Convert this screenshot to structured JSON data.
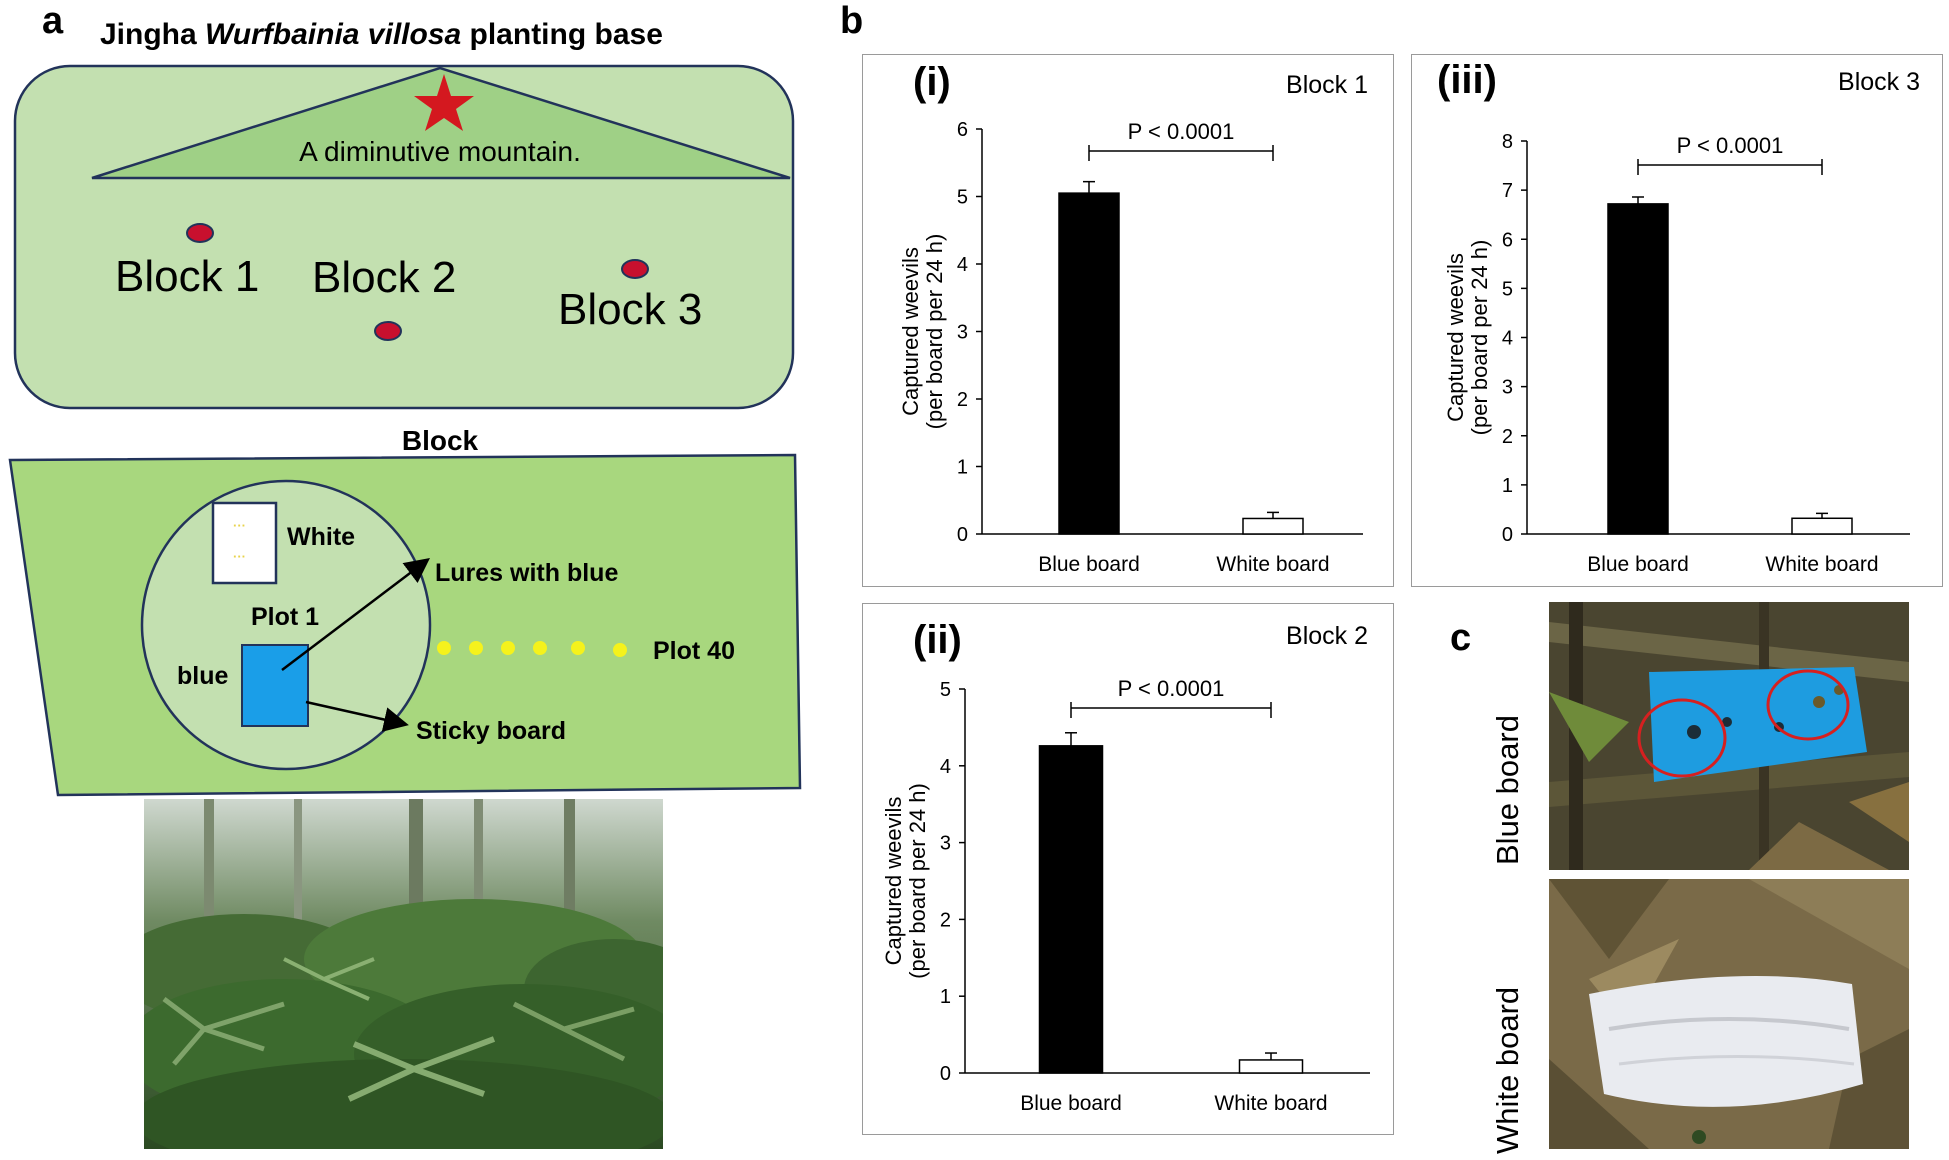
{
  "panel_a": {
    "letter": "a",
    "title_prefix": "Jingha ",
    "title_species": "Wurfbainia villosa",
    "title_suffix": " planting base",
    "mountain_label": "A diminutive mountain.",
    "blocks": [
      "Block 1",
      "Block 2",
      "Block 3"
    ],
    "block_heading": "Block",
    "white_label": "White",
    "plot1_label": "Plot 1",
    "blue_label": "blue",
    "lures_label": "Lures with blue",
    "sticky_label": "Sticky board",
    "plot40_label": "Plot 40",
    "colors": {
      "field": "#c3e0b0",
      "block": "#a8d77e",
      "mountain": "#9fd086",
      "marker": "#c8102e",
      "star": "#d4181f",
      "board_blue": "#1a9ee8",
      "dots": "#f5f21c"
    }
  },
  "panel_b": {
    "letter": "b"
  },
  "panel_c": {
    "letter": "c",
    "blue_board_label": "Blue board",
    "white_board_label": "White board"
  },
  "chart_data": [
    {
      "type": "bar",
      "panel": "(i)",
      "block": "Block 1",
      "categories": [
        "Blue board",
        "White board"
      ],
      "values": [
        5.05,
        0.23
      ],
      "errors": [
        0.17,
        0.09
      ],
      "ylabel_line1": "Captured weevils",
      "ylabel_line2": "(per board per 24 h)",
      "ylim": [
        0,
        6
      ],
      "yticks": [
        0,
        1,
        2,
        3,
        4,
        5,
        6
      ],
      "annotation": "P < 0.0001",
      "bar_colors": [
        "#000000",
        "#ffffff"
      ]
    },
    {
      "type": "bar",
      "panel": "(iii)",
      "block": "Block 3",
      "categories": [
        "Blue board",
        "White board"
      ],
      "values": [
        6.72,
        0.32
      ],
      "errors": [
        0.14,
        0.1
      ],
      "ylabel_line1": "Captured weevils",
      "ylabel_line2": "(per board per 24 h)",
      "ylim": [
        0,
        8
      ],
      "yticks": [
        0,
        1,
        2,
        3,
        4,
        5,
        6,
        7,
        8
      ],
      "annotation": "P < 0.0001",
      "bar_colors": [
        "#000000",
        "#ffffff"
      ]
    },
    {
      "type": "bar",
      "panel": "(ii)",
      "block": "Block 2",
      "categories": [
        "Blue board",
        "White board"
      ],
      "values": [
        4.26,
        0.17
      ],
      "errors": [
        0.17,
        0.09
      ],
      "ylabel_line1": "Captured weevils",
      "ylabel_line2": "(per board per 24 h)",
      "ylim": [
        0,
        5
      ],
      "yticks": [
        0,
        1,
        2,
        3,
        4,
        5
      ],
      "annotation": "P < 0.0001",
      "bar_colors": [
        "#000000",
        "#ffffff"
      ]
    }
  ]
}
